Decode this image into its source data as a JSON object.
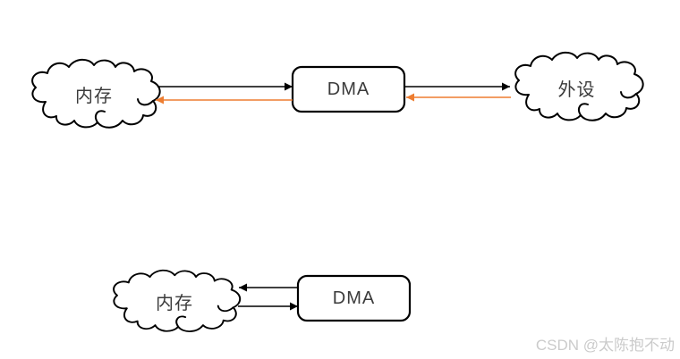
{
  "diagram": {
    "top_flow": {
      "memory": {
        "label": "内存"
      },
      "dma": {
        "label": "DMA"
      },
      "peripheral": {
        "label": "外设"
      }
    },
    "bottom_flow": {
      "memory": {
        "label": "内存"
      },
      "dma": {
        "label": "DMA"
      }
    },
    "colors": {
      "black": "#000000",
      "orange": "#ED7D31",
      "shape_fill": "#ffffff",
      "label_text": "#3b3b3b"
    }
  },
  "watermark": {
    "text": "CSDN @太陈抱不动",
    "color": "#cbcbcb"
  }
}
